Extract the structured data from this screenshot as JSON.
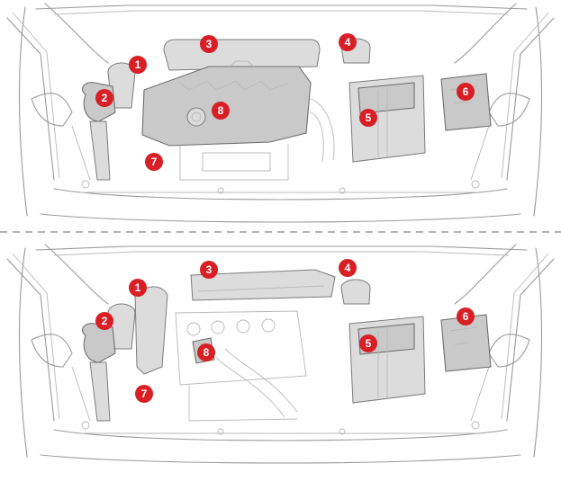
{
  "colors": {
    "badge": "#d81f26",
    "badge_text": "#ffffff",
    "line": "#9a9a9a",
    "part_fill": "#c9c9c9",
    "divider": "#9a9a9a"
  },
  "top_view": {
    "callouts": [
      "1",
      "2",
      "3",
      "4",
      "5",
      "6",
      "7",
      "8"
    ]
  },
  "bottom_view": {
    "callouts": [
      "1",
      "2",
      "3",
      "4",
      "5",
      "6",
      "7",
      "8"
    ]
  }
}
